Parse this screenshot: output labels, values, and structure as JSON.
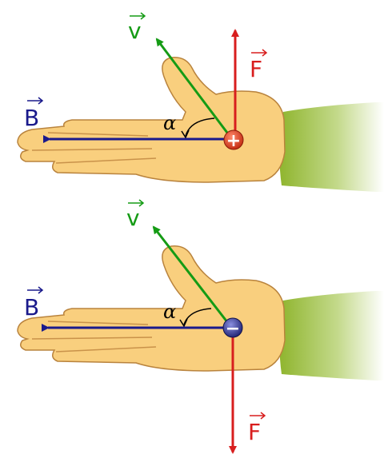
{
  "colors": {
    "skin": "#f9cf7e",
    "skin_outline": "#b9833d",
    "sleeve": "#9dbf3a",
    "vector_B": "#1a1a8c",
    "vector_v": "#159b15",
    "vector_F": "#d81e1e",
    "charge_positive": "#d83a1c",
    "charge_negative": "#2a2d8c"
  },
  "panels": [
    {
      "id": "top",
      "labels": {
        "B": "B",
        "v": "v",
        "F": "F",
        "alpha": "α"
      },
      "charge": {
        "sign": "positive",
        "symbol": "+"
      },
      "force_direction": "up"
    },
    {
      "id": "bottom",
      "labels": {
        "B": "B",
        "v": "v",
        "F": "F",
        "alpha": "α"
      },
      "charge": {
        "sign": "negative",
        "symbol": "−"
      },
      "force_direction": "down"
    }
  ]
}
